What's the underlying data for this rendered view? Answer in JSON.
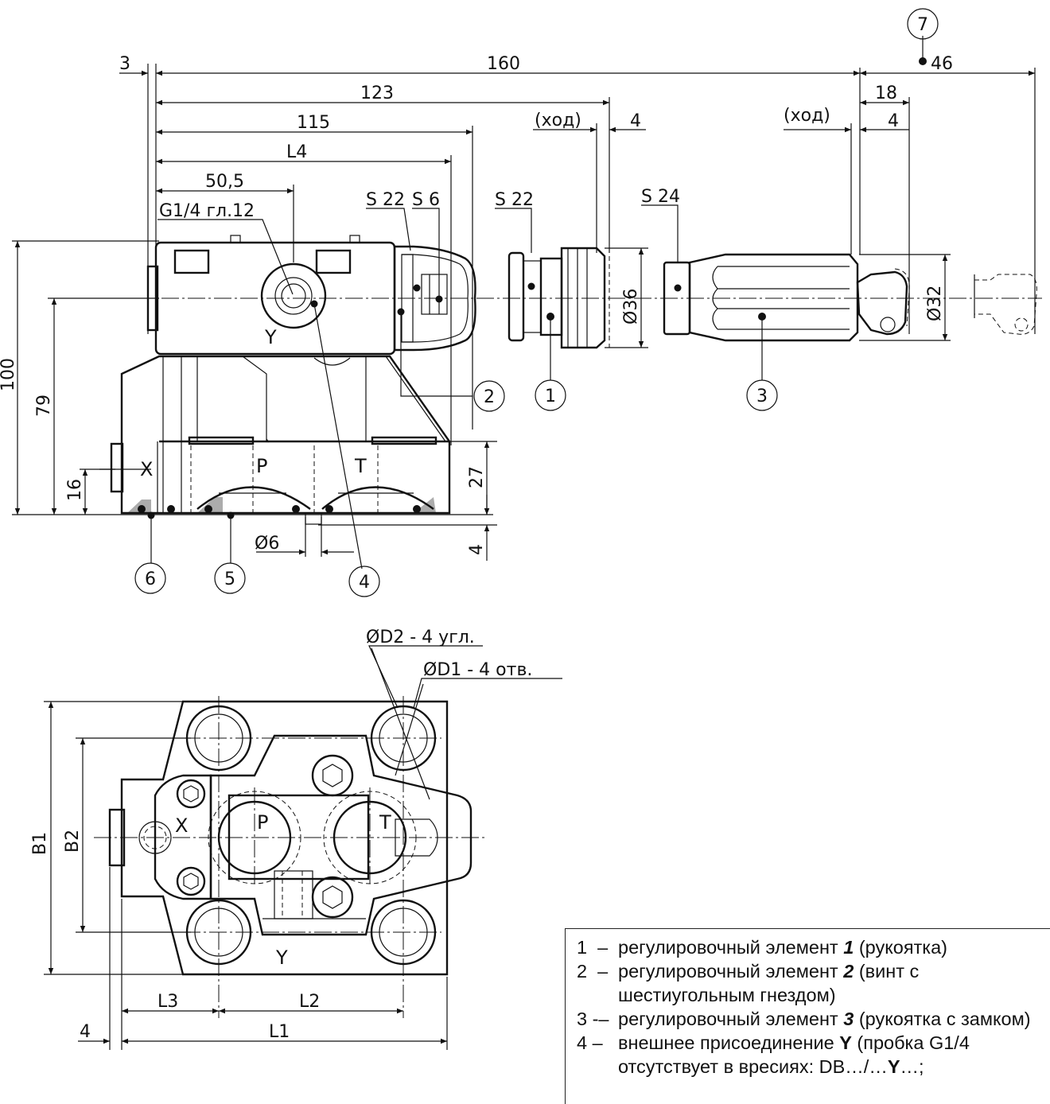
{
  "dimensions": {
    "d3": "3",
    "d160": "160",
    "d123": "123",
    "d115": "115",
    "dL4": "L4",
    "d50_5": "50,5",
    "thread": "G1/4 гл.12",
    "d46": "46",
    "d18": "18",
    "stroke1": "(ход)",
    "stroke2": "(ход)",
    "d4a": "4",
    "d4b": "4",
    "s22a": "S 22",
    "s6": "S 6",
    "s22b": "S 22",
    "s24": "S 24",
    "dia36": "Ø36",
    "dia32": "Ø32",
    "d100": "100",
    "d79": "79",
    "d16": "16",
    "d27": "27",
    "d4c": "4",
    "dia6": "Ø6",
    "portX": "X",
    "portP": "P",
    "portT": "T",
    "portY": "Y",
    "D2": "ØD2 - 4 угл.",
    "D1": "ØD1 - 4 отв.",
    "B1": "B1",
    "B2": "B2",
    "L3": "L3",
    "L2": "L2",
    "L1": "L1",
    "d4d": "4",
    "bX": "X",
    "bP": "P",
    "bT": "T",
    "bY": "Y"
  },
  "callouts": [
    "1",
    "2",
    "3",
    "4",
    "5",
    "6",
    "7"
  ],
  "legend": [
    {
      "num": "1  –",
      "text_a": "регулировочный элемент ",
      "em": "1",
      "text_b": "  (рукоятка)"
    },
    {
      "num": "2  –",
      "text_a": "регулировочный элемент ",
      "em": "2",
      "text_b": "  (винт с шестиугольным гнездом)"
    },
    {
      "num": "3 -–",
      "text_a": "регулировочный элемент ",
      "em": "3",
      "text_b": " (рукоятка с замком)"
    },
    {
      "num": "4 –",
      "text_a": "внешнее присоединение ",
      "em": "Y",
      "text_b": "  (пробка G1/4 отсутствует в вресиях:  DB…/…",
      "em2": "Y",
      "text_c": "…;"
    }
  ]
}
